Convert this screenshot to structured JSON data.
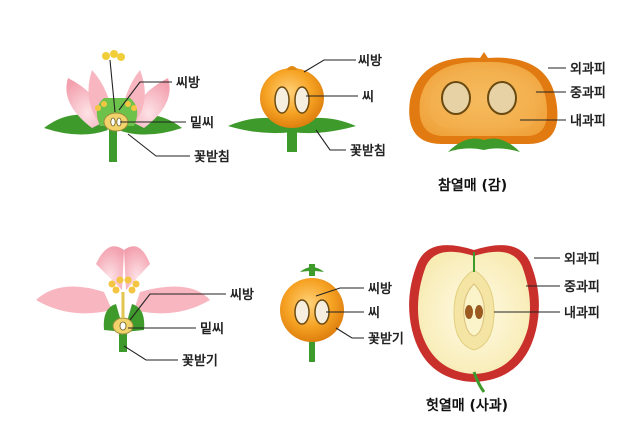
{
  "top": {
    "flower": {
      "ovary_label": "씨방",
      "ovule_label": "밑씨",
      "receptacle_label": "꽃받침"
    },
    "fruit_side": {
      "ovary_label": "씨방",
      "seed_label": "씨",
      "receptacle_label": "꽃받침"
    },
    "fruit_section": {
      "exocarp_label": "외과피",
      "mesocarp_label": "중과피",
      "endocarp_label": "내과피"
    },
    "caption": "참열매 (감)"
  },
  "bottom": {
    "flower": {
      "ovary_label": "씨방",
      "ovule_label": "밑씨",
      "receptacle_label": "꽃받기"
    },
    "fruit_side": {
      "ovary_label": "씨방",
      "seed_label": "씨",
      "receptacle_label": "꽃받기"
    },
    "fruit_section": {
      "exocarp_label": "외과피",
      "mesocarp_label": "중과피",
      "endocarp_label": "내과피"
    },
    "caption": "헛열매 (사과)"
  },
  "colors": {
    "petal_pink": "#f6a8b4",
    "leaf_green": "#3f9a2c",
    "fruit_orange": "#f29a1a",
    "seed_tan": "#d9c08c",
    "apple_red": "#c9302c",
    "apple_flesh": "#fbf3c9"
  }
}
